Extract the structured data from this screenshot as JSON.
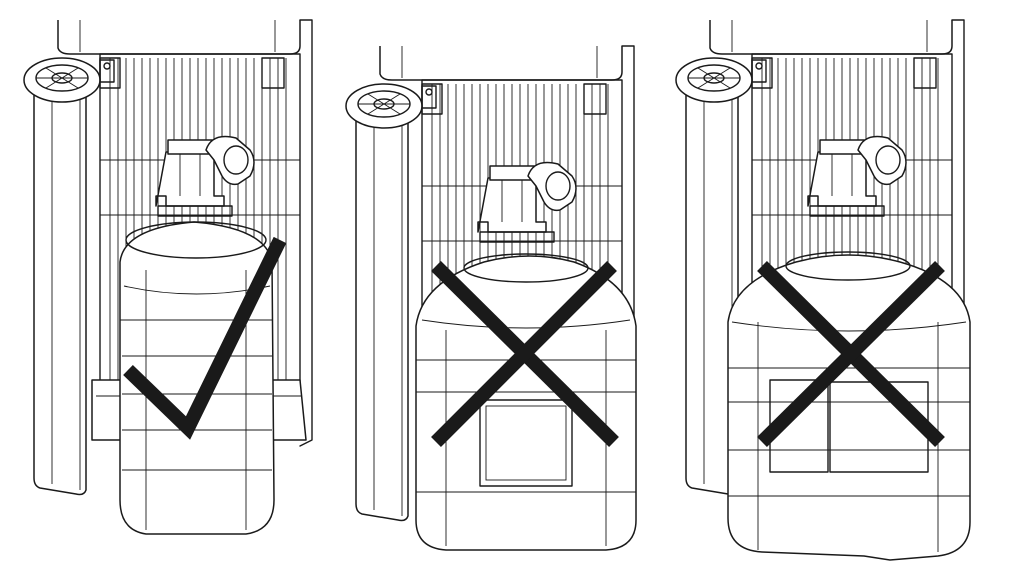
{
  "figure": {
    "panels": [
      {
        "bottle_shape": "narrow-tall",
        "verdict": "correct",
        "mark_icon": "check-mark-icon"
      },
      {
        "bottle_shape": "wide-rectangular",
        "verdict": "incorrect",
        "mark_icon": "cross-mark-icon"
      },
      {
        "bottle_shape": "extra-wide-rectangular",
        "verdict": "incorrect",
        "mark_icon": "cross-mark-icon"
      }
    ],
    "colors": {
      "line": "#1a1a1a",
      "background": "#ffffff",
      "mark": "#1a1a1a"
    }
  }
}
